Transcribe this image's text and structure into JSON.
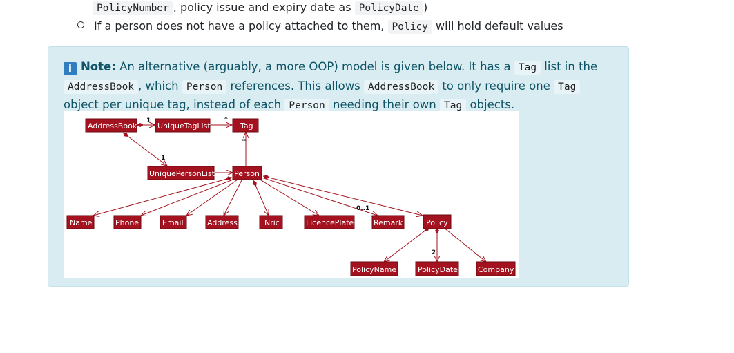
{
  "bullets": {
    "line1": {
      "code1": "PolicyNumber",
      "text1": ", policy issue and expiry date as ",
      "code2": "PolicyDate",
      "text2": ")"
    },
    "line2": {
      "text1": "If a person does not have a policy attached to them, ",
      "code1": "Policy",
      "text2": " will hold default values"
    }
  },
  "note": {
    "icon": "info-icon",
    "label": "Note:",
    "t1": " An alternative (arguably, a more OOP) model is given below. It has a ",
    "c1": "Tag",
    "t2": " list in the ",
    "c2": "AddressBook",
    "t3": ", which ",
    "c3": "Person",
    "t4": " references. This allows ",
    "c4": "AddressBook",
    "t5": " to only require one ",
    "c5": "Tag",
    "t6": " object per unique tag, instead of each ",
    "c6": "Person",
    "t7": " needing their own ",
    "c7": "Tag",
    "t8": " objects."
  },
  "diagram": {
    "classes": {
      "addressbook": "AddressBook",
      "uniquetaglist": "UniqueTagList",
      "tag": "Tag",
      "uniquepersonlist": "UniquePersonList",
      "person": "Person",
      "name": "Name",
      "phone": "Phone",
      "email": "Email",
      "address": "Address",
      "nric": "Nric",
      "licenceplate": "LicencePlate",
      "remark": "Remark",
      "policy": "Policy",
      "policyname": "PolicyName",
      "policydate": "PolicyDate",
      "company": "Company"
    },
    "multiplicities": {
      "ab_taglist": "1",
      "taglist_tag": "*",
      "ab_personlist": "1",
      "person_tag": "*",
      "person_policy": "0..1",
      "policy_date": "2"
    }
  }
}
